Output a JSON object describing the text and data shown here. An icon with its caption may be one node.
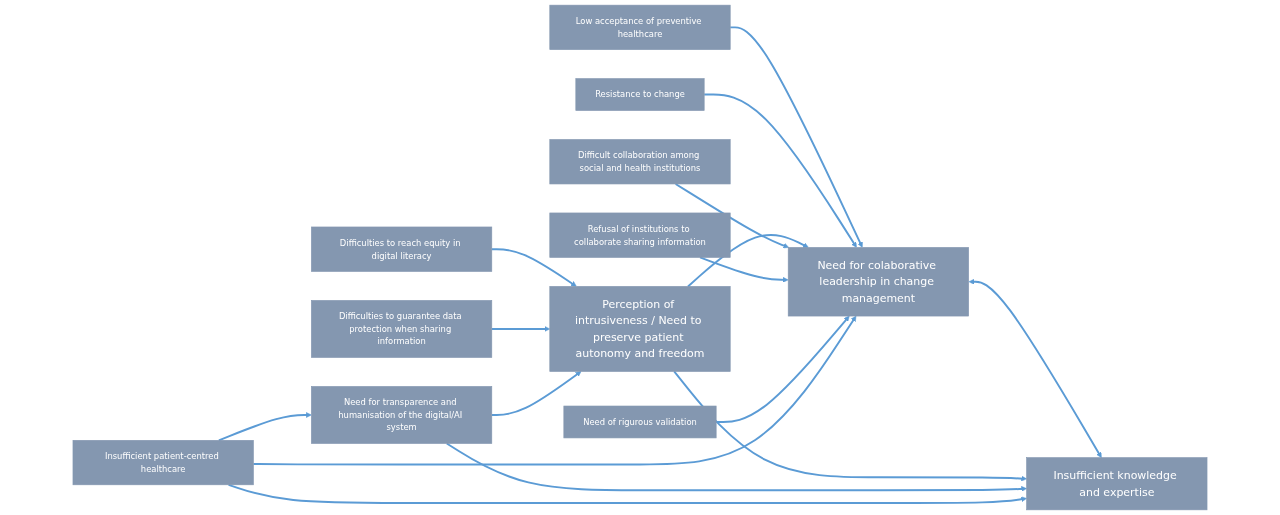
{
  "diagram": {
    "nodes": [
      {
        "text": [
          "Low acceptance of preventive healthcare"
        ]
      },
      {
        "text": [
          "Resistance to change"
        ]
      },
      {
        "text": [
          "Difficulties to reach equity in digital literacy"
        ]
      },
      {
        "text": [
          "Perception of intrusiveness / Need to preserve patient autonomy and freedom"
        ]
      },
      {
        "text": [
          "Difficulties to guarantee data protection when sharing information"
        ]
      },
      {
        "text": [
          "Difficult collaboration among social and health institutions"
        ]
      },
      {
        "text": [
          "Need for colaborative leadership in change management"
        ]
      },
      {
        "text": [
          "Need for transparence and humanisation of the digital/AI system"
        ]
      },
      {
        "text": [
          "Insufficient knowledge and expertise"
        ]
      },
      {
        "text": [
          "Refusal of institutions to collaborate sharing information"
        ]
      },
      {
        "text": [
          "Need of rigurous validation"
        ]
      },
      {
        "text": [
          "Insufficient patient-centred healthcare"
        ]
      }
    ],
    "edges": [
      {
        "from": 0,
        "to": 6,
        "arrow": "to"
      },
      {
        "from": 1,
        "to": 6,
        "arrow": "to"
      },
      {
        "from": 3,
        "to": 6,
        "arrow": "to"
      },
      {
        "from": 5,
        "to": 6,
        "arrow": "to"
      },
      {
        "from": 9,
        "to": 6,
        "arrow": "to"
      },
      {
        "from": 10,
        "to": 6,
        "arrow": "to"
      },
      {
        "from": 11,
        "to": 6,
        "arrow": "to"
      },
      {
        "from": 6,
        "to": 8,
        "arrow": "both"
      },
      {
        "from": 3,
        "to": 8,
        "arrow": "to"
      },
      {
        "from": 2,
        "to": 3,
        "arrow": "to"
      },
      {
        "from": 4,
        "to": 3,
        "arrow": "to"
      },
      {
        "from": 7,
        "to": 3,
        "arrow": "to"
      },
      {
        "from": 7,
        "to": 8,
        "arrow": "to"
      },
      {
        "from": 11,
        "to": 8,
        "arrow": "to"
      },
      {
        "from": 11,
        "to": 7,
        "arrow": "to"
      }
    ]
  }
}
